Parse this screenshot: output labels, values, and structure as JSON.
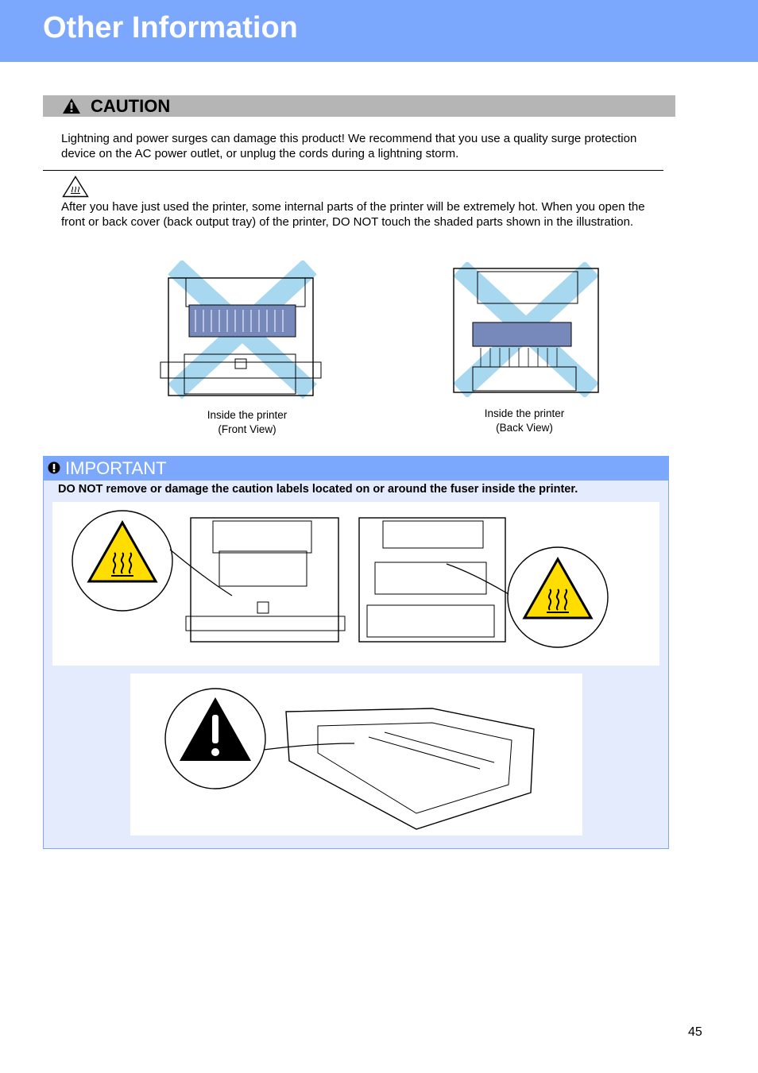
{
  "header": {
    "title": "Other Information",
    "color": "#7ba7fd"
  },
  "caution": {
    "label": "CAUTION",
    "text": "Lightning and power surges can damage this product! We recommend that you use a quality surge protection device on the AC power outlet, or unplug the cords during a lightning storm.",
    "icon": "warning-triangle-icon"
  },
  "hot_warning": {
    "icon": "hot-surface-icon",
    "text": "After you have just used the printer, some internal parts of the printer will be extremely hot. When you open the front or back cover (back output tray) of the printer, DO NOT touch the shaded parts shown in the illustration."
  },
  "figures": {
    "front_caption": [
      "Inside the printer",
      "(Front View)"
    ],
    "back_caption": [
      "Inside the printer",
      "(Back View)"
    ]
  },
  "important": {
    "label": "IMPORTANT",
    "icon": "exclamation-circle-icon",
    "text": "DO NOT remove or damage the caution labels located on or around the fuser inside the printer."
  },
  "page_number": "45"
}
